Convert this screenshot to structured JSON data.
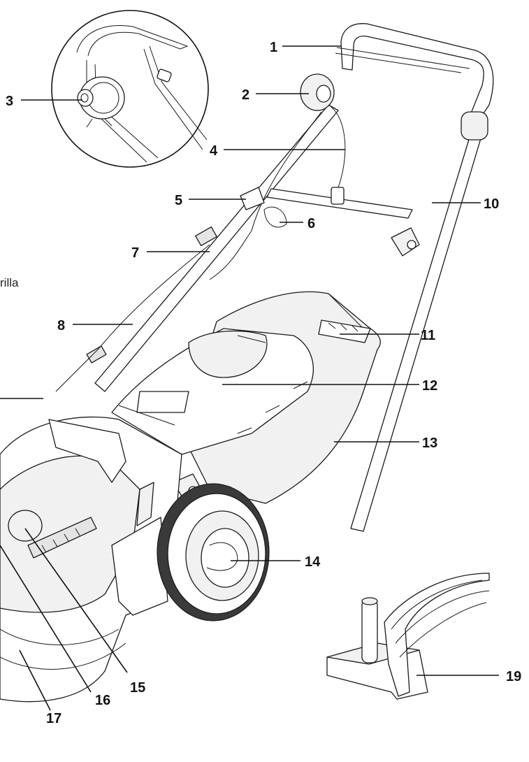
{
  "diagram": {
    "partial_side_text": "rilla",
    "callouts": [
      {
        "id": "1",
        "label": "1"
      },
      {
        "id": "2",
        "label": "2"
      },
      {
        "id": "3",
        "label": "3"
      },
      {
        "id": "4",
        "label": "4"
      },
      {
        "id": "5",
        "label": "5"
      },
      {
        "id": "6",
        "label": "6"
      },
      {
        "id": "7",
        "label": "7"
      },
      {
        "id": "8",
        "label": "8"
      },
      {
        "id": "10",
        "label": "10"
      },
      {
        "id": "11",
        "label": "11"
      },
      {
        "id": "12",
        "label": "12"
      },
      {
        "id": "13",
        "label": "13"
      },
      {
        "id": "14",
        "label": "14"
      },
      {
        "id": "15",
        "label": "15"
      },
      {
        "id": "16",
        "label": "16"
      },
      {
        "id": "17",
        "label": "17"
      },
      {
        "id": "19",
        "label": "19"
      }
    ]
  }
}
